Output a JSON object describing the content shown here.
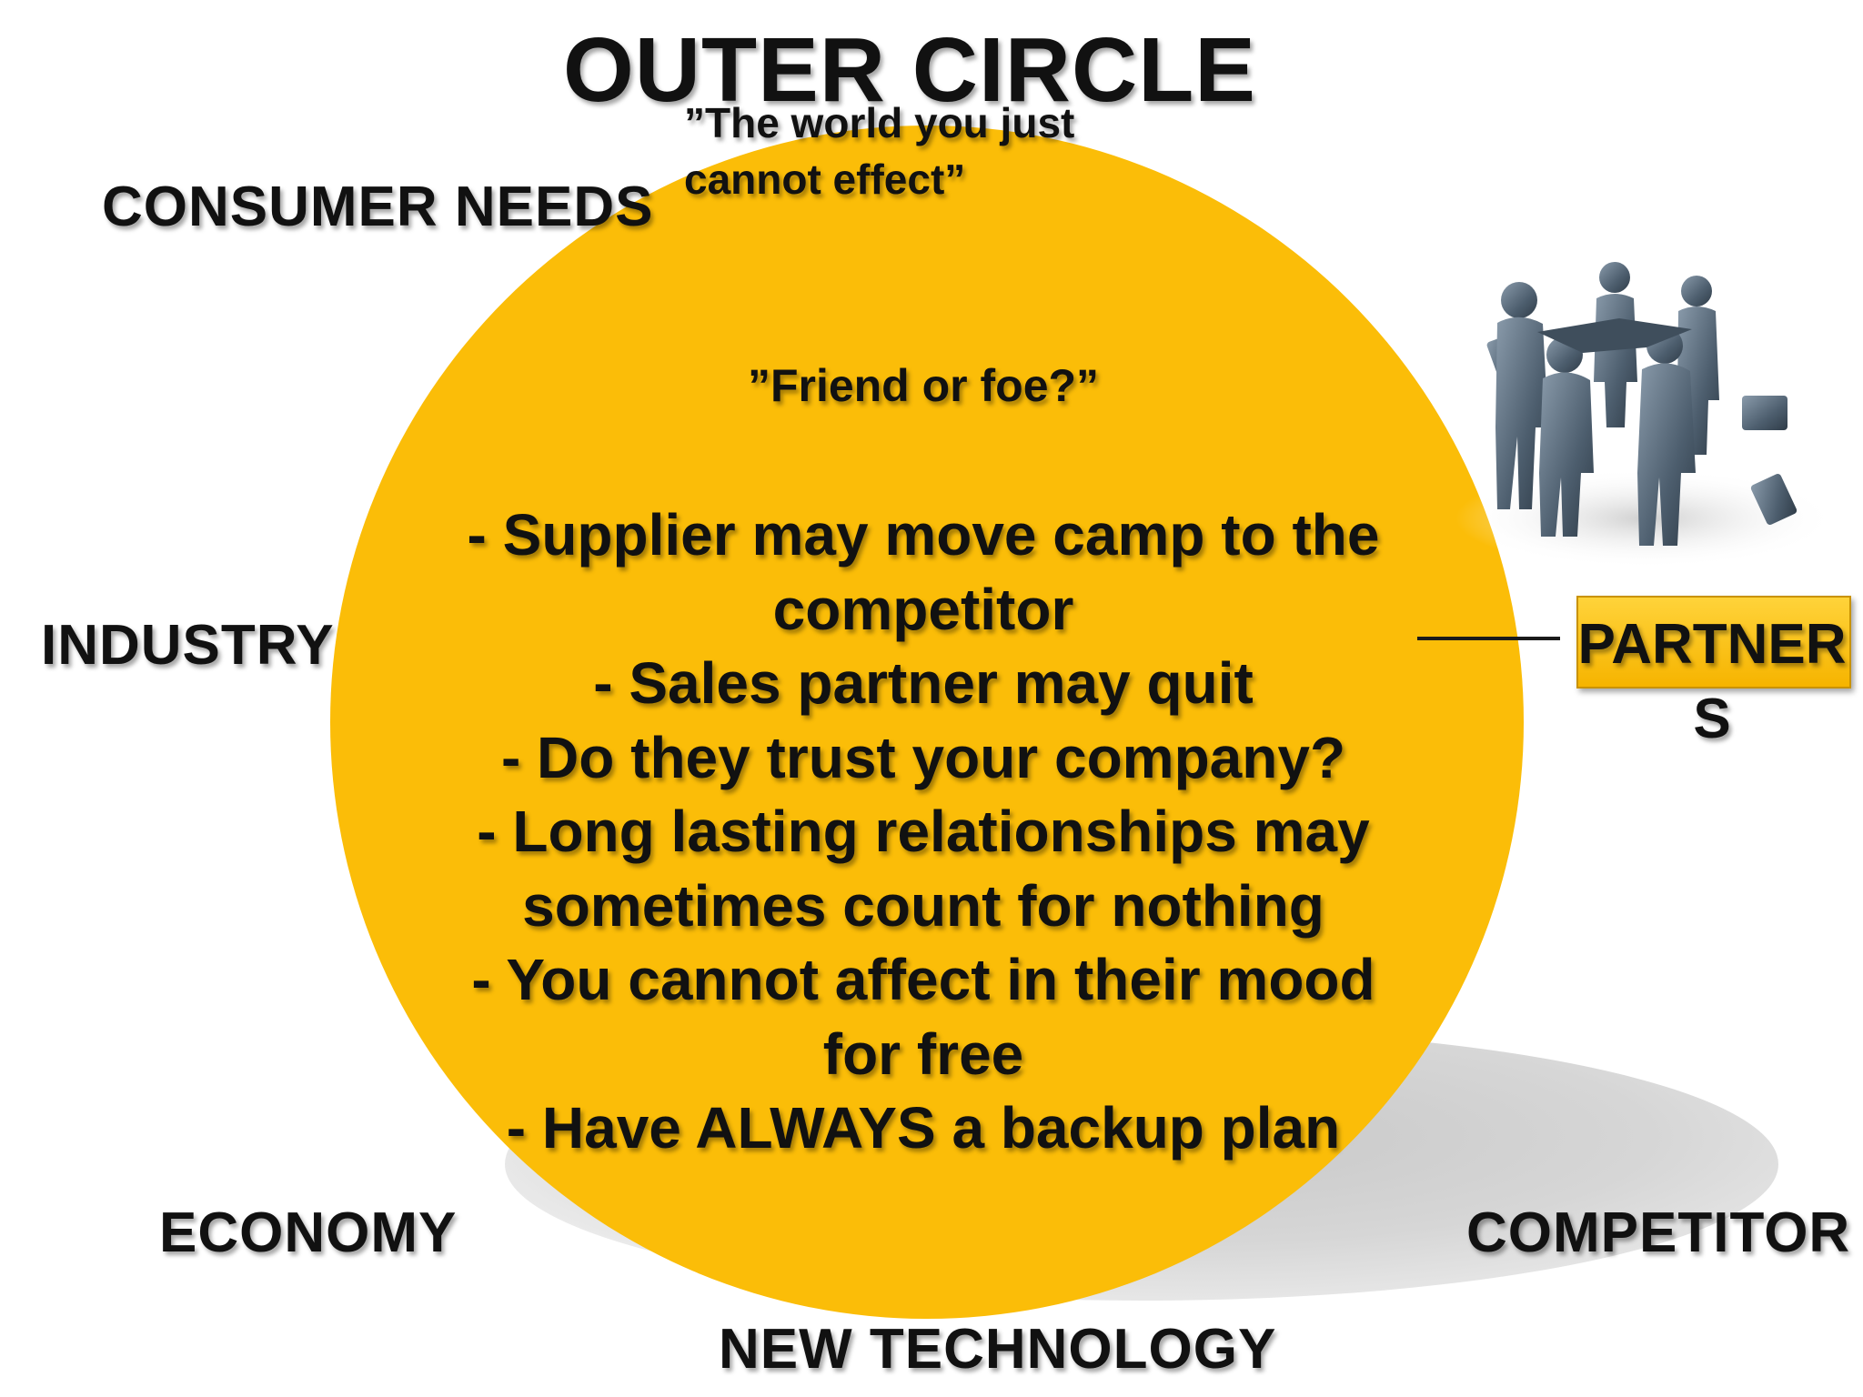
{
  "title": "OUTER CIRCLE",
  "subtitle": "”The world you just cannot effect”",
  "labels": {
    "consumer_needs": "CONSUMER NEEDS",
    "industry": "INDUSTRY",
    "economy": "ECONOMY",
    "competitor": "COMPETITOR",
    "new_technology": "NEW TECHNOLOGY",
    "partners": "PARTNERS"
  },
  "circle": {
    "question": "”Friend or foe?”",
    "points": [
      "- Supplier may move camp to the",
      "competitor",
      "- Sales partner may quit",
      "- Do they trust your company?",
      "- Long lasting relationships may",
      "sometimes count for nothing",
      "- You cannot affect in their mood",
      "for free",
      "- Have ALWAYS a backup plan"
    ]
  },
  "image": "people-joining-hands-figurine",
  "colors": {
    "circle": "#fbbd08",
    "text": "#111111",
    "partners_box": "#fbc51a"
  }
}
